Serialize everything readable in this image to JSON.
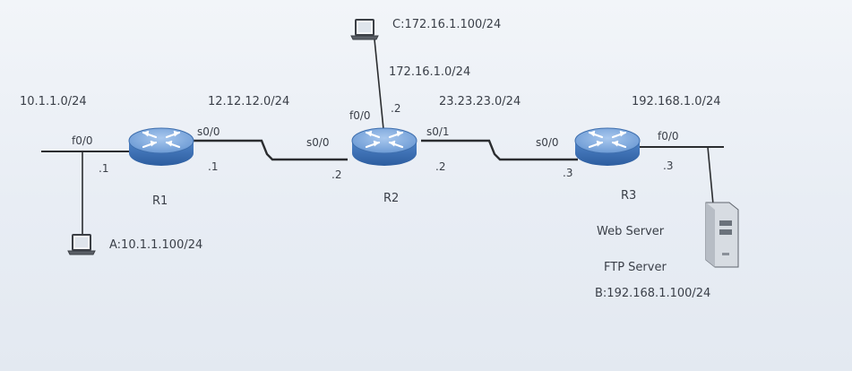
{
  "colors": {
    "background": "#eaeff5",
    "link": "#2b2d30",
    "router_top": "#7fa8dc",
    "router_side": "#3f73b8",
    "router_arrows": "#ffffff",
    "text": "#3a3f48"
  },
  "networks": {
    "net_r1_lan": "10.1.1.0/24",
    "net_r1_r2": "12.12.12.0/24",
    "net_r2_lan": "172.16.1.0/24",
    "net_r2_r3": "23.23.23.0/24",
    "net_r3_lan": "192.168.1.0/24"
  },
  "routers": {
    "r1": {
      "name": "R1",
      "f0_0": "f0/0",
      "f0_0_ip": ".1",
      "s0_0": "s0/0",
      "s0_0_ip": ".1"
    },
    "r2": {
      "name": "R2",
      "s0_0": "s0/0",
      "s0_0_ip": ".2",
      "f0_0": "f0/0",
      "f0_0_ip": ".2",
      "s0_1": "s0/1",
      "s0_1_ip": ".2"
    },
    "r3": {
      "name": "R3",
      "s0_0": "s0/0",
      "s0_0_ip": ".3",
      "f0_0": "f0/0",
      "f0_0_ip": ".3"
    }
  },
  "hosts": {
    "a": {
      "label": "A:10.1.1.100/24",
      "icon": "laptop-icon"
    },
    "c": {
      "label": "C:172.16.1.100/24",
      "icon": "laptop-icon"
    },
    "b": {
      "label": "B:192.168.1.100/24",
      "service_1": "Web Server",
      "service_2": "FTP Server",
      "icon": "server-icon"
    }
  }
}
